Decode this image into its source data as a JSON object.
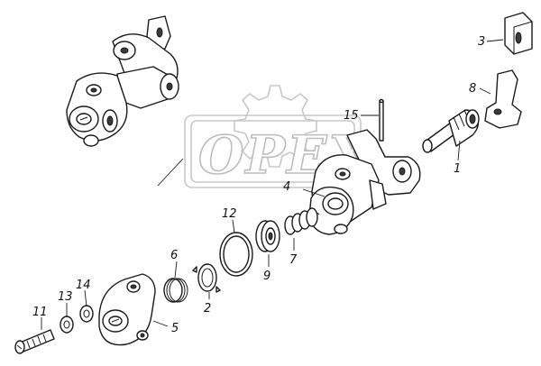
{
  "watermark": {
    "text": "OPEX"
  },
  "callouts": [
    {
      "id": "c1",
      "text": "1"
    },
    {
      "id": "c2",
      "text": "2"
    },
    {
      "id": "c3",
      "text": "3"
    },
    {
      "id": "c4",
      "text": "4"
    },
    {
      "id": "c5",
      "text": "5"
    },
    {
      "id": "c6",
      "text": "6"
    },
    {
      "id": "c7",
      "text": "7"
    },
    {
      "id": "c8",
      "text": "8"
    },
    {
      "id": "c9",
      "text": "9"
    },
    {
      "id": "c11",
      "text": "11"
    },
    {
      "id": "c12",
      "text": "12"
    },
    {
      "id": "c13",
      "text": "13"
    },
    {
      "id": "c14",
      "text": "14"
    },
    {
      "id": "c15",
      "text": "15"
    }
  ]
}
